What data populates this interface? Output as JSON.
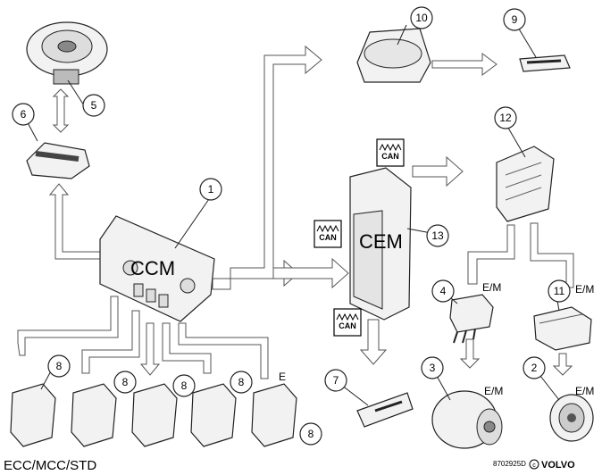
{
  "labels": {
    "ccm": "CCM",
    "cem": "CEM",
    "em": "E/M",
    "e": "E",
    "footer_left": "ECC/MCC/STD",
    "footer_code": "8702925D",
    "brand": "VOLVO",
    "can_text": "CAN"
  },
  "callouts": [
    "1",
    "2",
    "3",
    "4",
    "5",
    "6",
    "7",
    "8",
    "9",
    "10",
    "11",
    "12",
    "13"
  ],
  "icons": {
    "blower_motor": "blower-fan-icon",
    "resistor": "blower-resistor-icon",
    "ccm_panel": "climate-control-panel-icon",
    "cem_module": "central-electronic-module-icon",
    "instrument_cluster": "instrument-cluster-icon",
    "display": "display-icon",
    "ecm_module": "engine-control-module-icon",
    "relay": "relay-icon",
    "compressor": "ac-compressor-icon",
    "fan": "cooling-fan-icon",
    "damper_motor": "damper-motor-icon",
    "diag_connector": "diagnostic-connector-icon",
    "sensor_box": "control-box-icon",
    "can_badge": "can-bus-icon",
    "copyright": "copyright-icon"
  }
}
